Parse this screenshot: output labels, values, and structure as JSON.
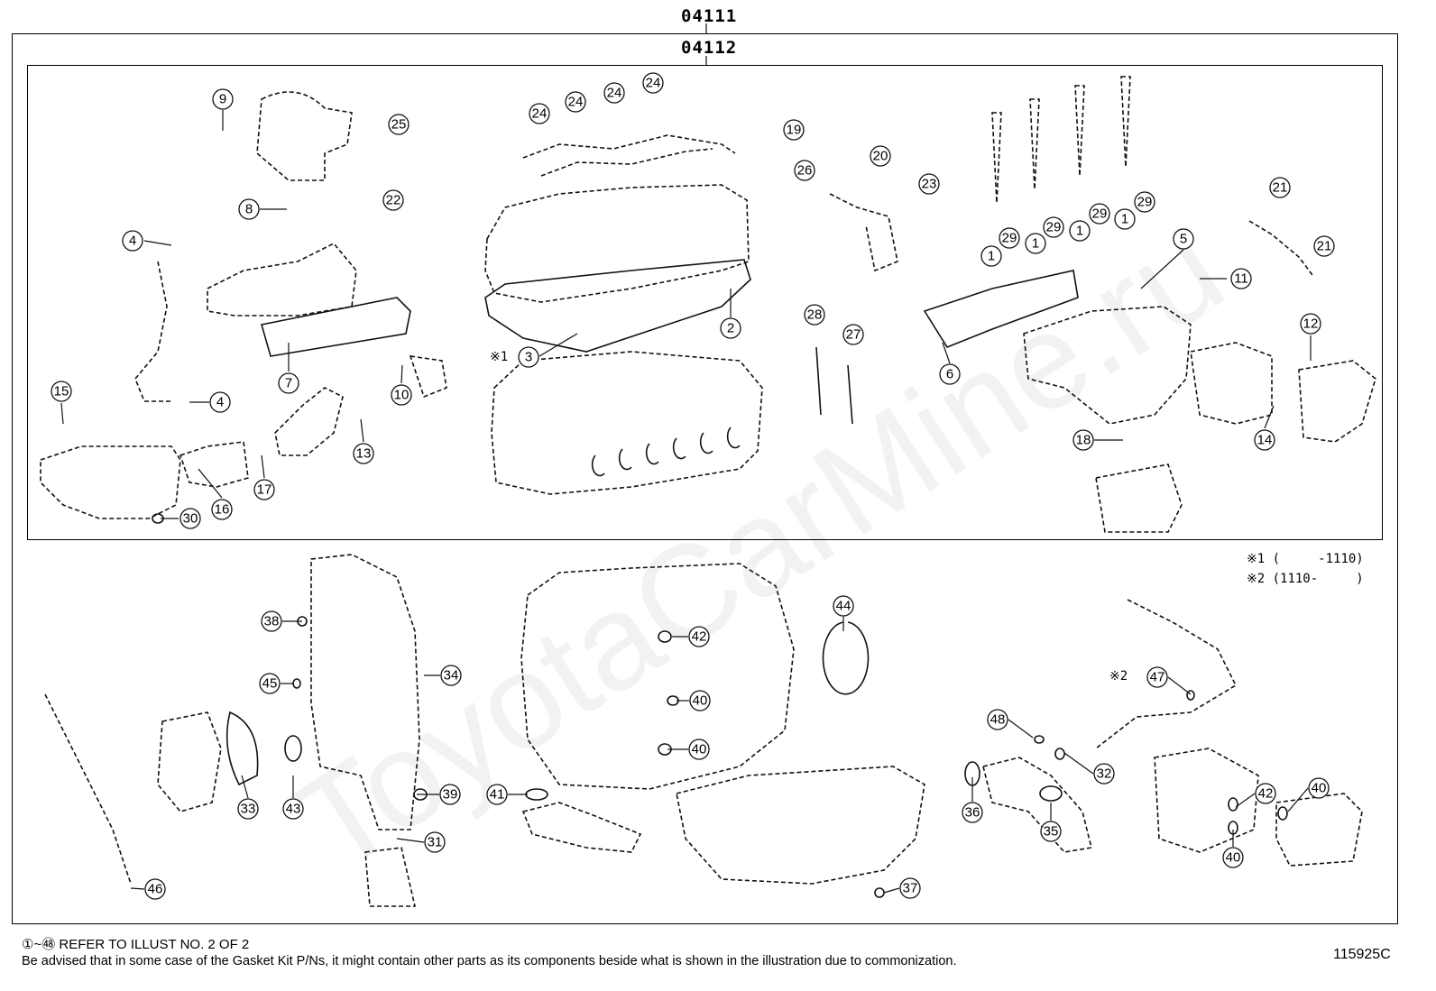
{
  "header": {
    "outer_code": "04111",
    "inner_code": "04112"
  },
  "notes": {
    "note1": "※1 (     -1110)",
    "note2": "※2 (1110-     )",
    "mark1": "※1",
    "mark2": "※2"
  },
  "footer": {
    "refer": "①~㊽ REFER TO ILLUST NO. 2 OF 2",
    "advice": "Be advised that in some case of the Gasket Kit P/Ns,  it might contain other parts as its components beside what is shown in the illustration due to commonization.",
    "illus_no": "115925C"
  },
  "watermark": "ToyotaCarMine.ru",
  "callouts": [
    "9",
    "25",
    "24",
    "24",
    "24",
    "24",
    "19",
    "26",
    "20",
    "23",
    "29",
    "29",
    "29",
    "29",
    "1",
    "1",
    "1",
    "1",
    "21",
    "21",
    "8",
    "22",
    "4",
    "4",
    "2",
    "3",
    "28",
    "27",
    "6",
    "5",
    "11",
    "12",
    "15",
    "7",
    "10",
    "13",
    "16",
    "17",
    "30",
    "18",
    "14",
    "38",
    "45",
    "34",
    "42",
    "40",
    "40",
    "44",
    "47",
    "48",
    "32",
    "39",
    "41",
    "31",
    "33",
    "43",
    "36",
    "35",
    "42",
    "40",
    "40",
    "46",
    "37"
  ]
}
